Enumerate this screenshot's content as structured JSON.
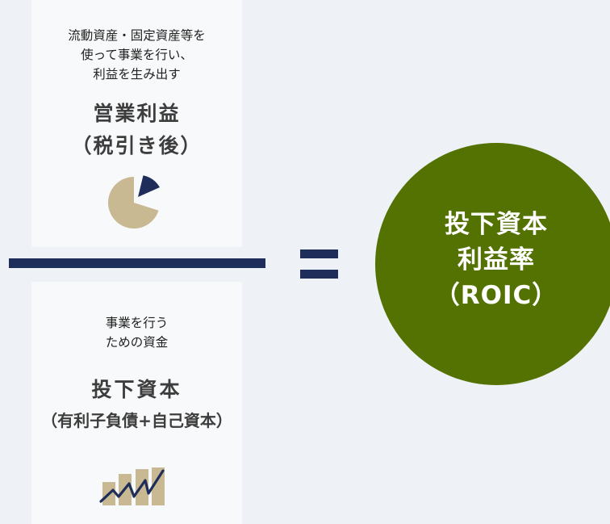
{
  "numerator": {
    "description": [
      "流動資産・固定資産等を",
      "使って事業を行い、",
      "利益を生み出す"
    ],
    "title_line1": "営業利益",
    "title_line2": "（税引き後）",
    "icon": "pie-chart-icon",
    "colors": {
      "pie_main": "#c8b993",
      "pie_slice": "#1f2d5a"
    }
  },
  "denominator": {
    "description": [
      "事業を行う",
      "ための資金"
    ],
    "title_line1": "投下資本",
    "title_line2": "（有利子負債+自己資本）",
    "icon": "growth-chart-icon",
    "colors": {
      "bars": "#c8b993",
      "line": "#1f2d5a"
    }
  },
  "operator": "equals-icon",
  "result": {
    "lines": [
      "投下資本",
      "利益率",
      "（ROIC）"
    ],
    "color": "#537201"
  },
  "colors": {
    "background": "#eef2f6",
    "card": "#f8f9fa",
    "divider": "#1f2d5a"
  }
}
